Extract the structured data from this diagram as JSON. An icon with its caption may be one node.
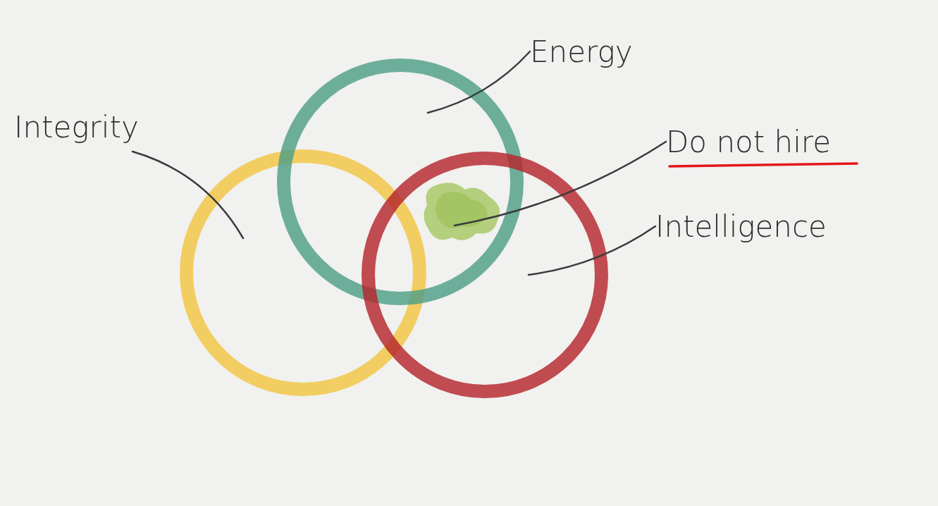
{
  "diagram": {
    "nodes": [
      {
        "text": [
          "Energy"
        ]
      },
      {
        "text": [
          "Integrity"
        ]
      },
      {
        "text": [
          "Do not hire"
        ]
      },
      {
        "text": [
          "Intelligence"
        ]
      },
      {
        "text": [],
        "shape": "circle"
      },
      {
        "text": [],
        "shape": "circle"
      },
      {
        "text": [],
        "shape": "circle"
      },
      {
        "text": [],
        "shape": "blob"
      }
    ],
    "edges": [
      {
        "from": 0,
        "to": 5,
        "arrow": "none"
      },
      {
        "from": 1,
        "to": 4,
        "arrow": "none"
      },
      {
        "from": 2,
        "to": 7,
        "arrow": "none"
      },
      {
        "from": 3,
        "to": 6,
        "arrow": "none"
      }
    ]
  }
}
